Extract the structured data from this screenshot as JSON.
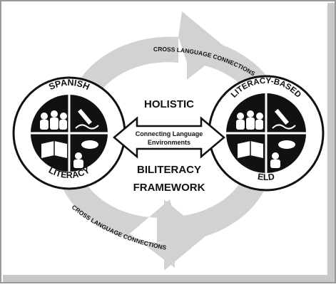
{
  "left_circle": {
    "top_label": "SPANISH",
    "bottom_label": "LITERACY"
  },
  "right_circle": {
    "top_label": "LITERACY-BASED",
    "bottom_label": "ELD"
  },
  "center": {
    "title_top": "HOLISTIC",
    "arrow_label_line1": "Connecting Language",
    "arrow_label_line2": "Environments",
    "title_bottom_line1": "BILITERACY",
    "title_bottom_line2": "FRAMEWORK"
  },
  "top_arc_label": "CROSS LANGUAGE CONNECTIONS",
  "bottom_arc_label": "CROSS LANGUAGE CONNECTIONS",
  "icons": [
    "students-group-icon",
    "writing-pencil-icon",
    "open-book-icon",
    "speaking-person-icon"
  ],
  "colors": {
    "arc": "#d2d2d2",
    "ink": "#111111",
    "background": "#ffffff",
    "shadow": "#8a8a8a"
  }
}
